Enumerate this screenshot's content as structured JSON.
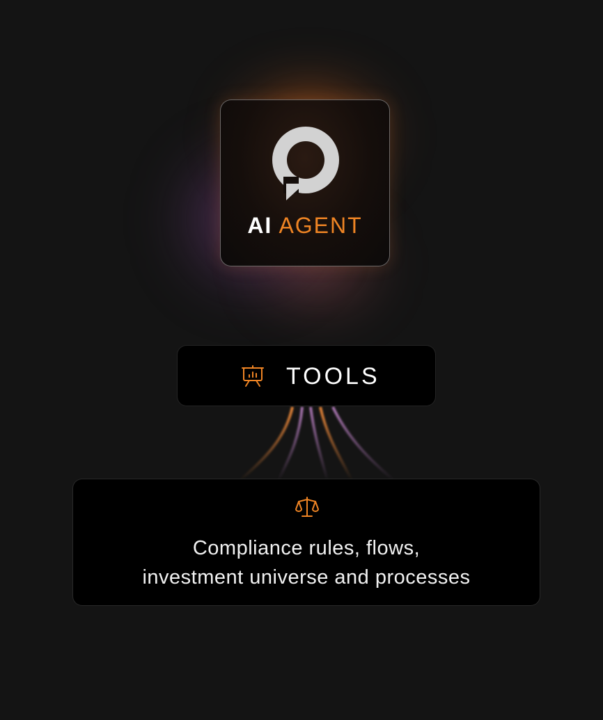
{
  "agent": {
    "title_part1": "AI",
    "title_part2": "AGENT",
    "logo_icon": "agent-logo-icon"
  },
  "tools": {
    "label": "TOOLS",
    "icon": "presentation-chart-icon"
  },
  "resources": {
    "icon": "scale-icon",
    "line1": "Compliance rules, flows,",
    "line2": "investment universe and processes"
  },
  "colors": {
    "background": "#141414",
    "accent_orange": "#f08524",
    "text_white": "#ffffff",
    "box_black": "#000000",
    "connector_pink": "#e07a78",
    "glow_purple": "#9a56a4"
  }
}
